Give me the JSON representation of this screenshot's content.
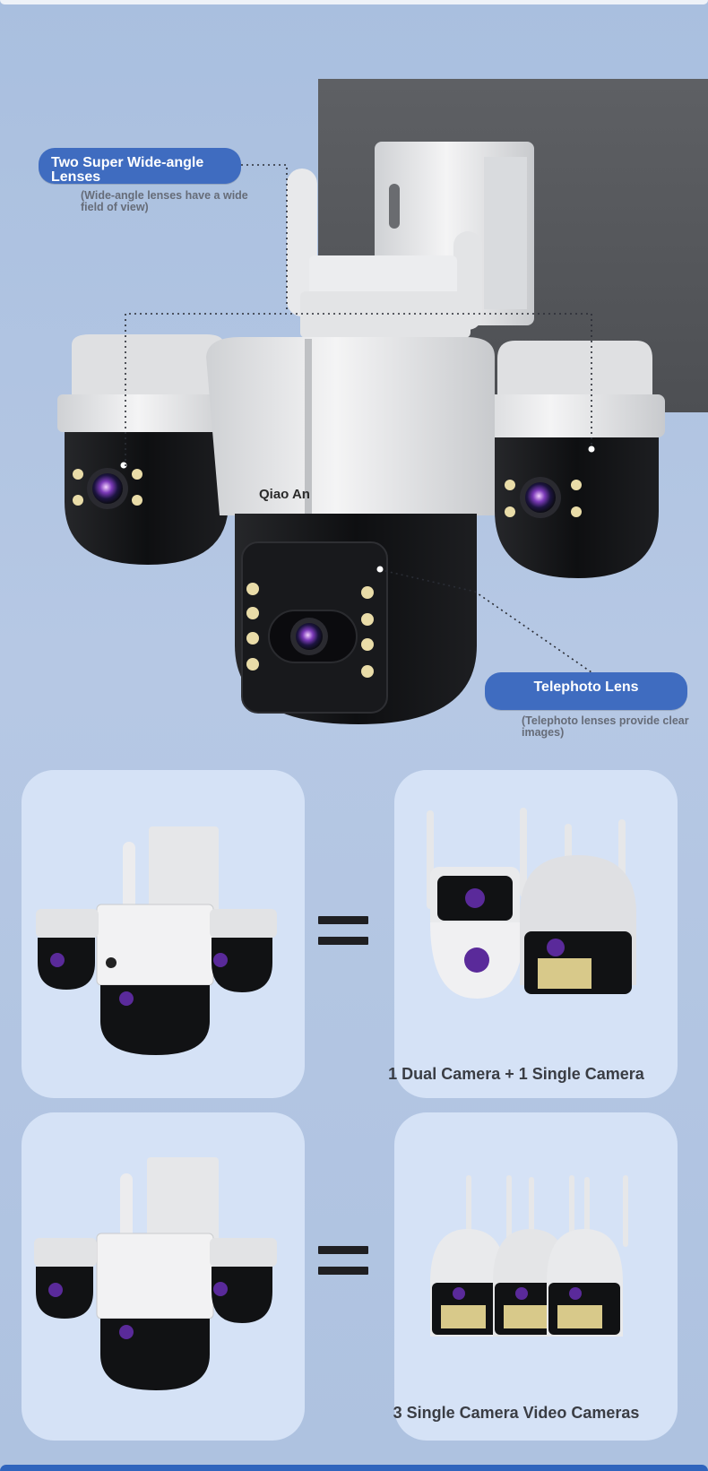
{
  "callouts": {
    "wide_angle": {
      "title": "Two Super Wide-angle Lenses",
      "note": "(Wide-angle lenses have a wide field of view)"
    },
    "telephoto": {
      "title": "Telephoto Lens",
      "note": "(Telephoto lenses provide clear images)"
    }
  },
  "brand": "Qiao An",
  "comparisons": [
    {
      "equals": "=",
      "caption": "1 Dual Camera + 1 Single Camera"
    },
    {
      "equals": "=",
      "caption": "3 Single Camera Video Cameras"
    }
  ],
  "colors": {
    "accent": "#3f6cc0",
    "background": "#b2c5e2",
    "panel": "#d5e2f6",
    "camera_body": "#111214",
    "camera_shell": "#e9eaec"
  }
}
